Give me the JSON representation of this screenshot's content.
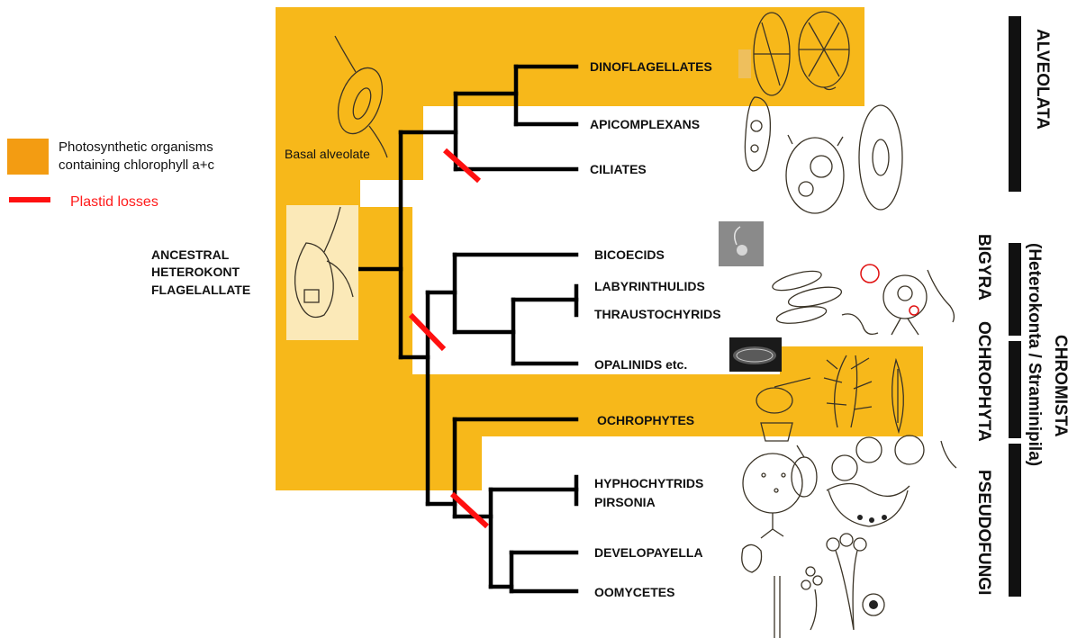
{
  "colors": {
    "photosynthetic_fill": "#f7b81a",
    "legend_swatch": "#f39c12",
    "plastid_loss": "#ff1010",
    "branch": "#000000"
  },
  "legend": {
    "photosynthetic_line1": "Photosynthetic organisms",
    "photosynthetic_line2": "containing chlorophyll a+c",
    "plastid_losses": "Plastid losses"
  },
  "root": {
    "line1": "ANCESTRAL",
    "line2": "HETEROKONT",
    "line3": "FLAGELALLATE"
  },
  "basal_label": "Basal alveolate",
  "taxa": [
    {
      "label": "DINOFLAGELLATES"
    },
    {
      "label": "APICOMPLEXANS"
    },
    {
      "label": "CILIATES"
    },
    {
      "label": "BICOECIDS"
    },
    {
      "label": "LABYRINTHULIDS"
    },
    {
      "label": "THRAUSTOCHYRIDS"
    },
    {
      "label": "OPALINIDS etc."
    },
    {
      "label": "OCHROPHYTES"
    },
    {
      "label": "HYPHOCHYTRIDS"
    },
    {
      "label": "PIRSONIA"
    },
    {
      "label": "DEVELOPAYELLA"
    },
    {
      "label": "OOMYCETES"
    }
  ],
  "groups": {
    "alveolata": "ALVEOLATA",
    "chromista_line1": "CHROMISTA",
    "chromista_line2": "(Heterokonta / Straminipila)",
    "bigyra": "BIGYRA",
    "ochrophyta": "OCHROPHYTA",
    "pseudofungi": "PSEUDOFUNGI"
  },
  "illustrations": [
    "basal-alveolate-drawing",
    "ancestral-flagellate-drawing",
    "dinoflagellate-drawings",
    "apicomplexan-drawing",
    "ciliate-drawings",
    "bicoecid-micrograph",
    "labyrinthulid-drawings",
    "opalinid-micrograph",
    "ochrophyte-drawings",
    "hyphochytrid-drawings",
    "oomycete-drawings"
  ]
}
